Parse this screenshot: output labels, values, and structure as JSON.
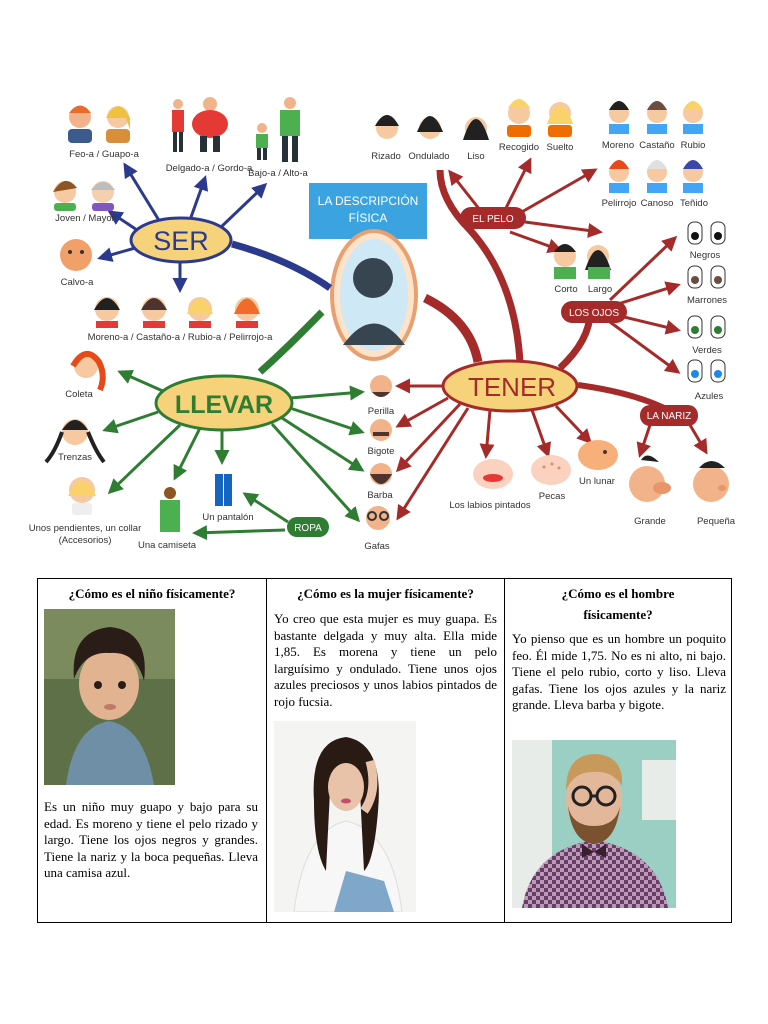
{
  "map": {
    "title_line1": "LA DESCRIPCIÓN",
    "title_line2": "FÍSICA",
    "ser": {
      "hub": "SER",
      "items": [
        "Feo-a / Guapo-a",
        "Delgado-a / Gordo-a",
        "Bajo-a / Alto-a",
        "Joven / Mayor",
        "Calvo-a",
        "Moreno-a / Castaño-a / Rubio-a / Pelirrojo-a"
      ]
    },
    "llevar": {
      "hub": "LLEVAR",
      "items": [
        "Coleta",
        "Trenzas",
        "Unos pendientes, un collar",
        "(Accesorios)",
        "Una camiseta",
        "Un pantalón"
      ],
      "ropa": "ROPA"
    },
    "tener": {
      "hub": "TENER",
      "face_items": [
        "Perilla",
        "Bigote",
        "Barba",
        "Gafas"
      ],
      "mouth_items": [
        "Los labios pintados",
        "Pecas",
        "Un lunar"
      ],
      "el_pelo": {
        "label": "EL PELO",
        "items": [
          "Rizado",
          "Ondulado",
          "Liso",
          "Recogido",
          "Suelto",
          "Moreno",
          "Castaño",
          "Rubio",
          "Pelirrojo",
          "Canoso",
          "Teñido",
          "Corto",
          "Largo"
        ]
      },
      "los_ojos": {
        "label": "LOS OJOS",
        "items": [
          "Negros",
          "Marrones",
          "Verdes",
          "Azules"
        ]
      },
      "la_nariz": {
        "label": "LA NARIZ",
        "items": [
          "Grande",
          "Pequeña"
        ]
      }
    },
    "colors": {
      "ser": "#2b3a8c",
      "llevar": "#2e7d32",
      "tener": "#a52a2a",
      "hub_fill": "#f6d27a",
      "title_box": "#3aa3e0"
    }
  },
  "table": {
    "col1": {
      "question": "¿Cómo es el niño físicamente?",
      "text": "Es un niño muy guapo y bajo para su edad. Es moreno y tiene el pelo rizado y largo. Tiene los ojos negros y grandes. Tiene la nariz y la boca pequeñas. Lleva una camisa azul."
    },
    "col2": {
      "question": "¿Cómo es la mujer físicamente?",
      "text": "Yo creo que esta mujer es muy guapa. Es bastante delgada y muy alta. Ella mide 1,85. Es morena y tiene un pelo larguísimo y ondulado. Tiene unos ojos azules preciosos y unos labios pintados de rojo fucsia."
    },
    "col3": {
      "question_line1": "¿Cómo es el hombre",
      "question_line2": "físicamente?",
      "text": "Yo pienso que es un hombre un poquito feo. Él mide 1,75. No es ni alto, ni bajo. Tiene el pelo rubio, corto y liso. Lleva gafas. Tiene los ojos azules y la nariz grande. Lleva barba y bigote."
    }
  }
}
